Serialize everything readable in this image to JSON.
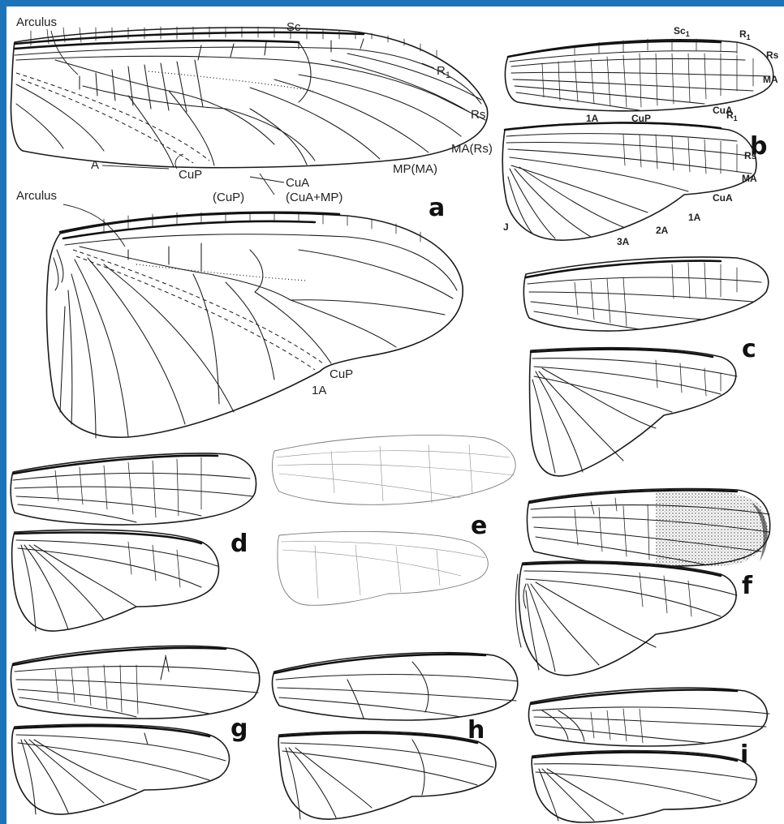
{
  "figure_a": {
    "panel_letter": "a",
    "forewing_labels": {
      "arculus": "Arculus",
      "sc": "Sc",
      "r1": "R",
      "r1_sub": "1",
      "rs": "Rs",
      "ma_rs": "MA(Rs)",
      "mp_ma": "MP(MA)",
      "cua_mp": "(CuA+MP)",
      "cua": "CuA",
      "cup_paren": "(CuP)",
      "cup": "CuP",
      "a": "A"
    },
    "hindwing_labels": {
      "arculus": "Arculus",
      "cup": "CuP",
      "a1": "1A"
    }
  },
  "figure_b": {
    "panel_letter": "b",
    "forewing_labels": {
      "sc1": "Sc",
      "sc1_sub": "1",
      "r1": "R",
      "r1_sub": "1",
      "rs": "Rs",
      "ma": "MA",
      "cua": "CuA",
      "cup": "CuP",
      "a1": "1A"
    },
    "hindwing_labels": {
      "r1": "R",
      "r1_sub": "1",
      "rs": "Rs",
      "ma": "MA",
      "cua": "CuA",
      "a1": "1A",
      "a2": "2A",
      "a3": "3A",
      "j": "J"
    }
  },
  "panel_letters": {
    "c": "c",
    "d": "d",
    "e": "e",
    "f": "f",
    "g": "g",
    "h": "h",
    "i": "i"
  }
}
